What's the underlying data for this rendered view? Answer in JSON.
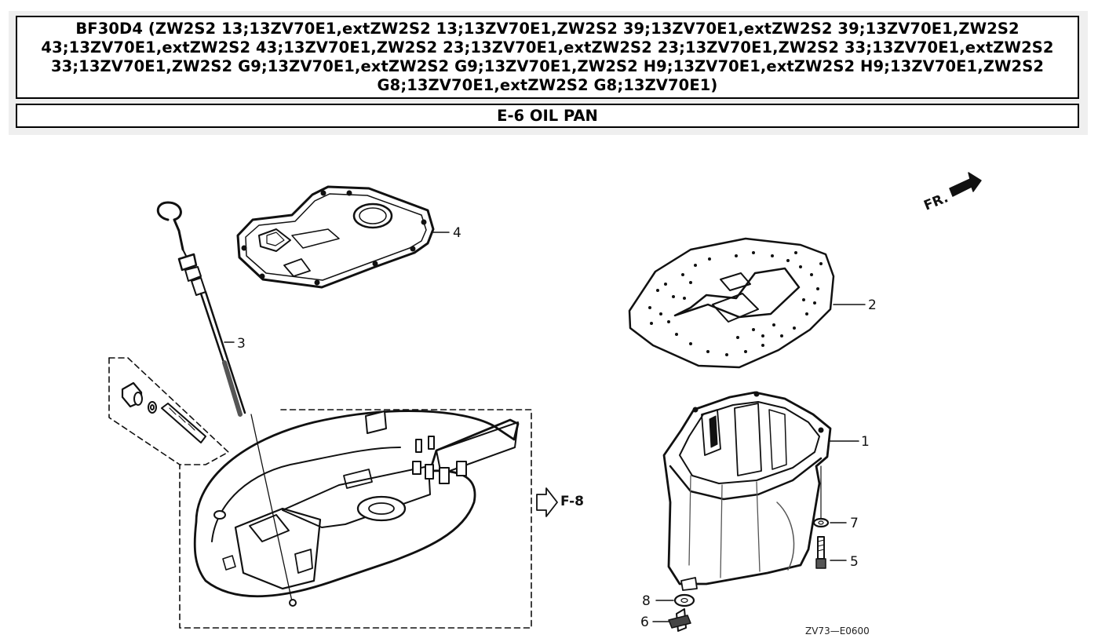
{
  "header": {
    "title": "BF30D4 (ZW2S2 13;13ZV70E1,extZW2S2 13;13ZV70E1,ZW2S2 39;13ZV70E1,extZW2S2 39;13ZV70E1,ZW2S2 43;13ZV70E1,extZW2S2 43;13ZV70E1,ZW2S2 23;13ZV70E1,extZW2S2 23;13ZV70E1,ZW2S2 33;13ZV70E1,extZW2S2 33;13ZV70E1,ZW2S2 G9;13ZV70E1,extZW2S2 G9;13ZV70E1,ZW2S2 H9;13ZV70E1,extZW2S2 H9;13ZV70E1,ZW2S2 G8;13ZV70E1,extZW2S2 G8;13ZV70E1)",
    "section": "E-6 OIL PAN"
  },
  "diagram": {
    "front_label": "FR.",
    "reference_label": "F-8",
    "drawing_code": "ZV73—E0600",
    "callouts": {
      "c1": "1",
      "c2": "2",
      "c3": "3",
      "c4": "4",
      "c5": "5",
      "c6": "6",
      "c7": "7",
      "c8": "8"
    }
  }
}
